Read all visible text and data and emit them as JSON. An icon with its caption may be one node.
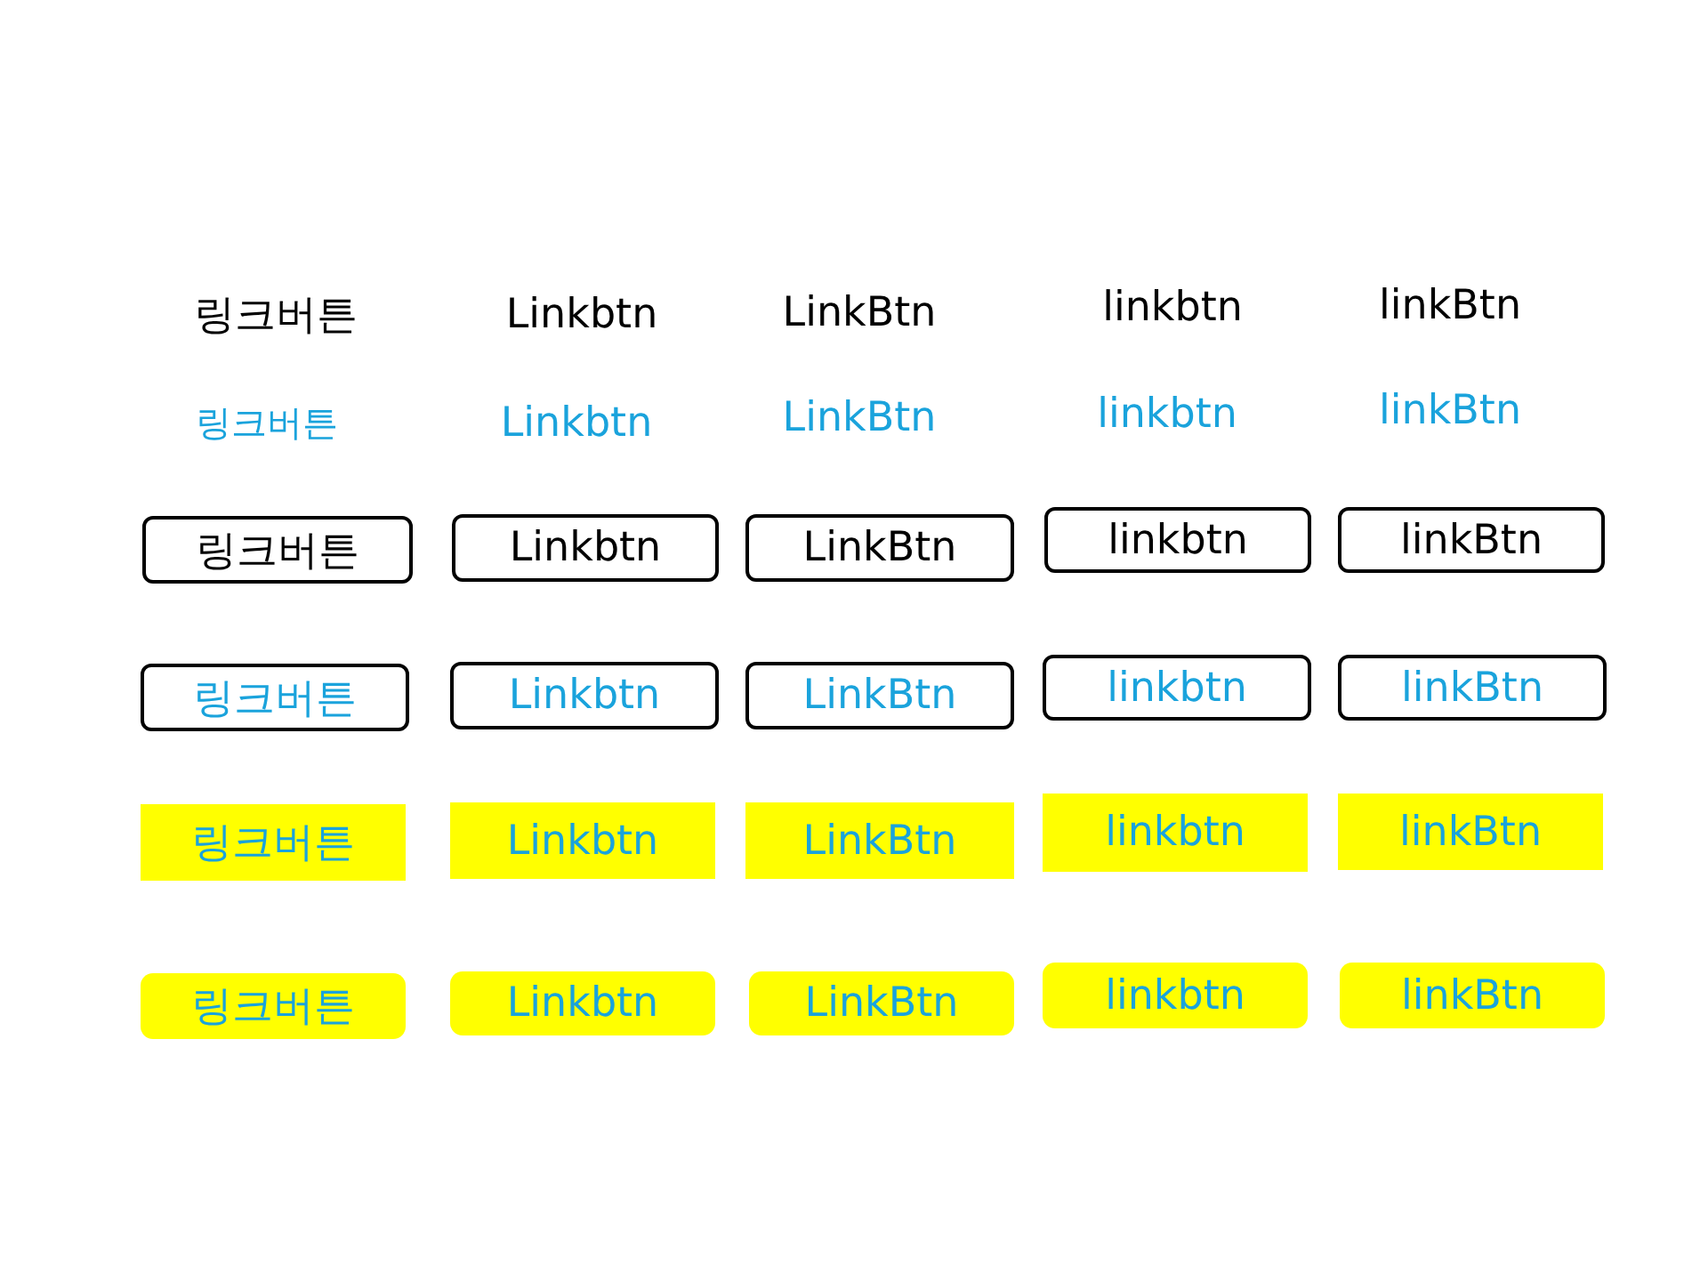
{
  "diagram": {
    "nodes": [
      {
        "text": [
          "링크버튼"
        ]
      },
      {
        "text": [
          "Linkbtn"
        ]
      },
      {
        "text": [
          "LinkBtn"
        ]
      },
      {
        "text": [
          "linkbtn"
        ]
      },
      {
        "text": [
          "linkBtn"
        ]
      },
      {
        "text": [
          "링크버튼"
        ]
      },
      {
        "text": [
          "Linkbtn"
        ]
      },
      {
        "text": [
          "LinkBtn"
        ]
      },
      {
        "text": [
          "linkbtn"
        ]
      },
      {
        "text": [
          "linkBtn"
        ]
      },
      {
        "text": [
          "링크버튼"
        ]
      },
      {
        "text": [
          "Linkbtn"
        ]
      },
      {
        "text": [
          "LinkBtn"
        ]
      },
      {
        "text": [
          "linkbtn"
        ]
      },
      {
        "text": [
          "linkBtn"
        ]
      },
      {
        "text": [
          "링크버튼"
        ]
      },
      {
        "text": [
          "Linkbtn"
        ]
      },
      {
        "text": [
          "LinkBtn"
        ]
      },
      {
        "text": [
          "linkbtn"
        ]
      },
      {
        "text": [
          "linkBtn"
        ]
      }
    ],
    "labels": [
      "링크버튼",
      "Linkbtn",
      "LinkBtn",
      "linkbtn",
      "linkBtn",
      "링크버튼",
      "Linkbtn",
      "LinkBtn",
      "linkbtn",
      "linkBtn"
    ]
  }
}
